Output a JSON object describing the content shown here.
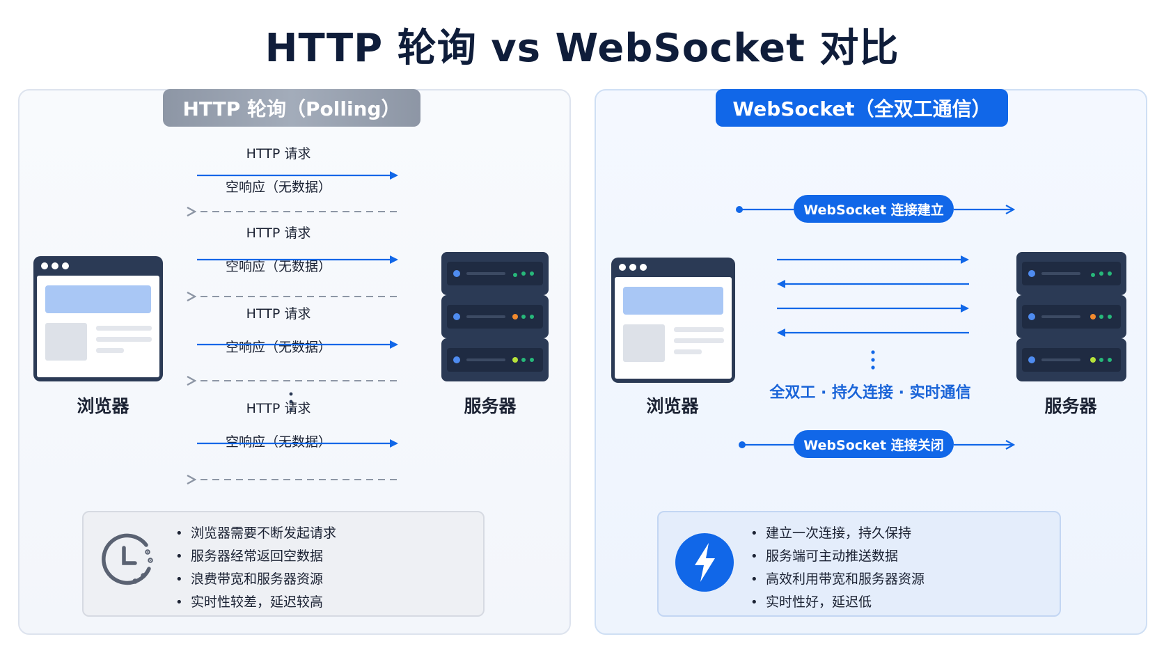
{
  "title": "HTTP 轮询 vs WebSocket 对比",
  "polling": {
    "header": "HTTP 轮询（Polling）",
    "request_label": "HTTP 请求",
    "response_label": "空响应（无数据）",
    "client_label": "浏览器",
    "server_label": "服务器",
    "notes": [
      "浏览器需要不断发起请求",
      "服务器经常返回空数据",
      "浪费带宽和服务器资源",
      "实时性较差，延迟较高"
    ],
    "note_icon": "clock-icon"
  },
  "websocket": {
    "header": "WebSocket（全双工通信）",
    "open_label": "WebSocket 连接建立",
    "close_label": "WebSocket 连接关闭",
    "features": "全双工 · 持久连接 · 实时通信",
    "client_label": "浏览器",
    "server_label": "服务器",
    "notes": [
      "建立一次连接，持久保持",
      "服务端可主动推送数据",
      "高效利用带宽和服务器资源",
      "实时性好，延迟低"
    ],
    "note_icon": "lightning-icon"
  },
  "colors": {
    "accent": "#1167e8",
    "dark": "#2b3a55",
    "gray": "#8d96a5"
  }
}
